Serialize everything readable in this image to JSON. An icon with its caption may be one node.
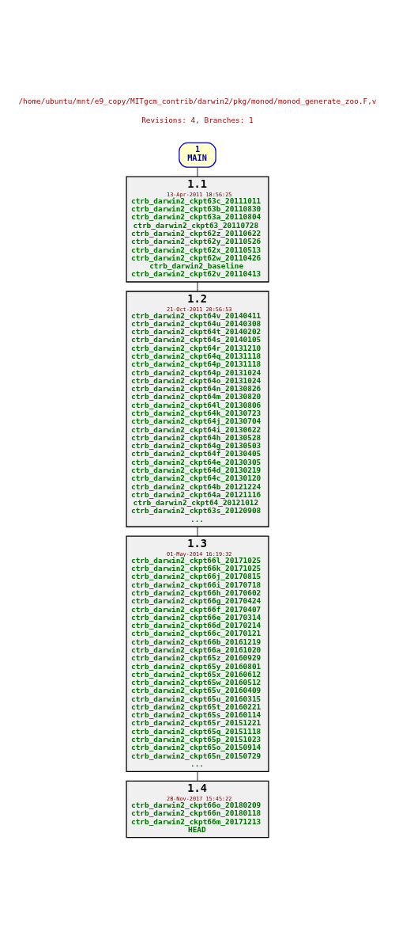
{
  "diagram": {
    "title": "/home/ubuntu/mnt/e9_copy/MITgcm_contrib/darwin2/pkg/monod/monod_generate_zoo.F,v",
    "nodes": [
      {
        "text": [
          "1",
          "MAIN"
        ]
      },
      {
        "text": [
          "1.1",
          "13-Apr-2011 18:56:25",
          "ctrb_darwin2_ckpt63c_20111011",
          "ctrb_darwin2_ckpt63b_20110830",
          "ctrb_darwin2_ckpt63a_20110804",
          "ctrb_darwin2_ckpt63_20110728",
          "ctrb_darwin2_ckpt62z_20110622",
          "ctrb_darwin2_ckpt62y_20110526",
          "ctrb_darwin2_ckpt62x_20110513",
          "ctrb_darwin2_ckpt62w_20110426",
          "ctrb_darwin2_baseline",
          "ctrb_darwin2_ckpt62v_20110413"
        ]
      },
      {
        "text": [
          "1.2",
          "21-Oct-2011 20:56:53",
          "ctrb_darwin2_ckpt64v_20140411",
          "ctrb_darwin2_ckpt64u_20140308",
          "ctrb_darwin2_ckpt64t_20140202",
          "ctrb_darwin2_ckpt64s_20140105",
          "ctrb_darwin2_ckpt64r_20131210",
          "ctrb_darwin2_ckpt64q_20131118",
          "ctrb_darwin2_ckpt64p_20131118",
          "ctrb_darwin2_ckpt64p_20131024",
          "ctrb_darwin2_ckpt64o_20131024",
          "ctrb_darwin2_ckpt64n_20130826",
          "ctrb_darwin2_ckpt64m_20130820",
          "ctrb_darwin2_ckpt64l_20130806",
          "ctrb_darwin2_ckpt64k_20130723",
          "ctrb_darwin2_ckpt64j_20130704",
          "ctrb_darwin2_ckpt64i_20130622",
          "ctrb_darwin2_ckpt64h_20130528",
          "ctrb_darwin2_ckpt64g_20130503",
          "ctrb_darwin2_ckpt64f_20130405",
          "ctrb_darwin2_ckpt64e_20130305",
          "ctrb_darwin2_ckpt64d_20130219",
          "ctrb_darwin2_ckpt64c_20130120",
          "ctrb_darwin2_ckpt64b_20121224",
          "ctrb_darwin2_ckpt64a_20121116",
          "ctrb_darwin2_ckpt64_20121012",
          "ctrb_darwin2_ckpt63s_20120908",
          "..."
        ]
      },
      {
        "text": [
          "1.3",
          "01-May-2014 16:19:32",
          "ctrb_darwin2_ckpt66l_20171025",
          "ctrb_darwin2_ckpt66k_20171025",
          "ctrb_darwin2_ckpt66j_20170815",
          "ctrb_darwin2_ckpt66i_20170718",
          "ctrb_darwin2_ckpt66h_20170602",
          "ctrb_darwin2_ckpt66g_20170424",
          "ctrb_darwin2_ckpt66f_20170407",
          "ctrb_darwin2_ckpt66e_20170314",
          "ctrb_darwin2_ckpt66d_20170214",
          "ctrb_darwin2_ckpt66c_20170121",
          "ctrb_darwin2_ckpt66b_20161219",
          "ctrb_darwin2_ckpt66a_20161020",
          "ctrb_darwin2_ckpt65z_20160929",
          "ctrb_darwin2_ckpt65y_20160801",
          "ctrb_darwin2_ckpt65x_20160612",
          "ctrb_darwin2_ckpt65w_20160512",
          "ctrb_darwin2_ckpt65v_20160409",
          "ctrb_darwin2_ckpt65u_20160315",
          "ctrb_darwin2_ckpt65t_20160221",
          "ctrb_darwin2_ckpt65s_20160114",
          "ctrb_darwin2_ckpt65r_20151221",
          "ctrb_darwin2_ckpt65q_20151118",
          "ctrb_darwin2_ckpt65p_20151023",
          "ctrb_darwin2_ckpt65o_20150914",
          "ctrb_darwin2_ckpt65n_20150729",
          "..."
        ]
      },
      {
        "text": [
          "1.4",
          "28-Nov-2017 15:45:22",
          "ctrb_darwin2_ckpt66o_20180209",
          "ctrb_darwin2_ckpt66n_20180118",
          "ctrb_darwin2_ckpt66m_20171213",
          "HEAD"
        ]
      }
    ],
    "edges": [
      {
        "from": 0,
        "to": 1,
        "arrow": "none"
      },
      {
        "from": 1,
        "to": 2,
        "arrow": "none"
      },
      {
        "from": 2,
        "to": 3,
        "arrow": "none"
      },
      {
        "from": 3,
        "to": 4,
        "arrow": "none"
      }
    ],
    "labels": [
      "Revisions: 4, Branches: 1"
    ]
  }
}
